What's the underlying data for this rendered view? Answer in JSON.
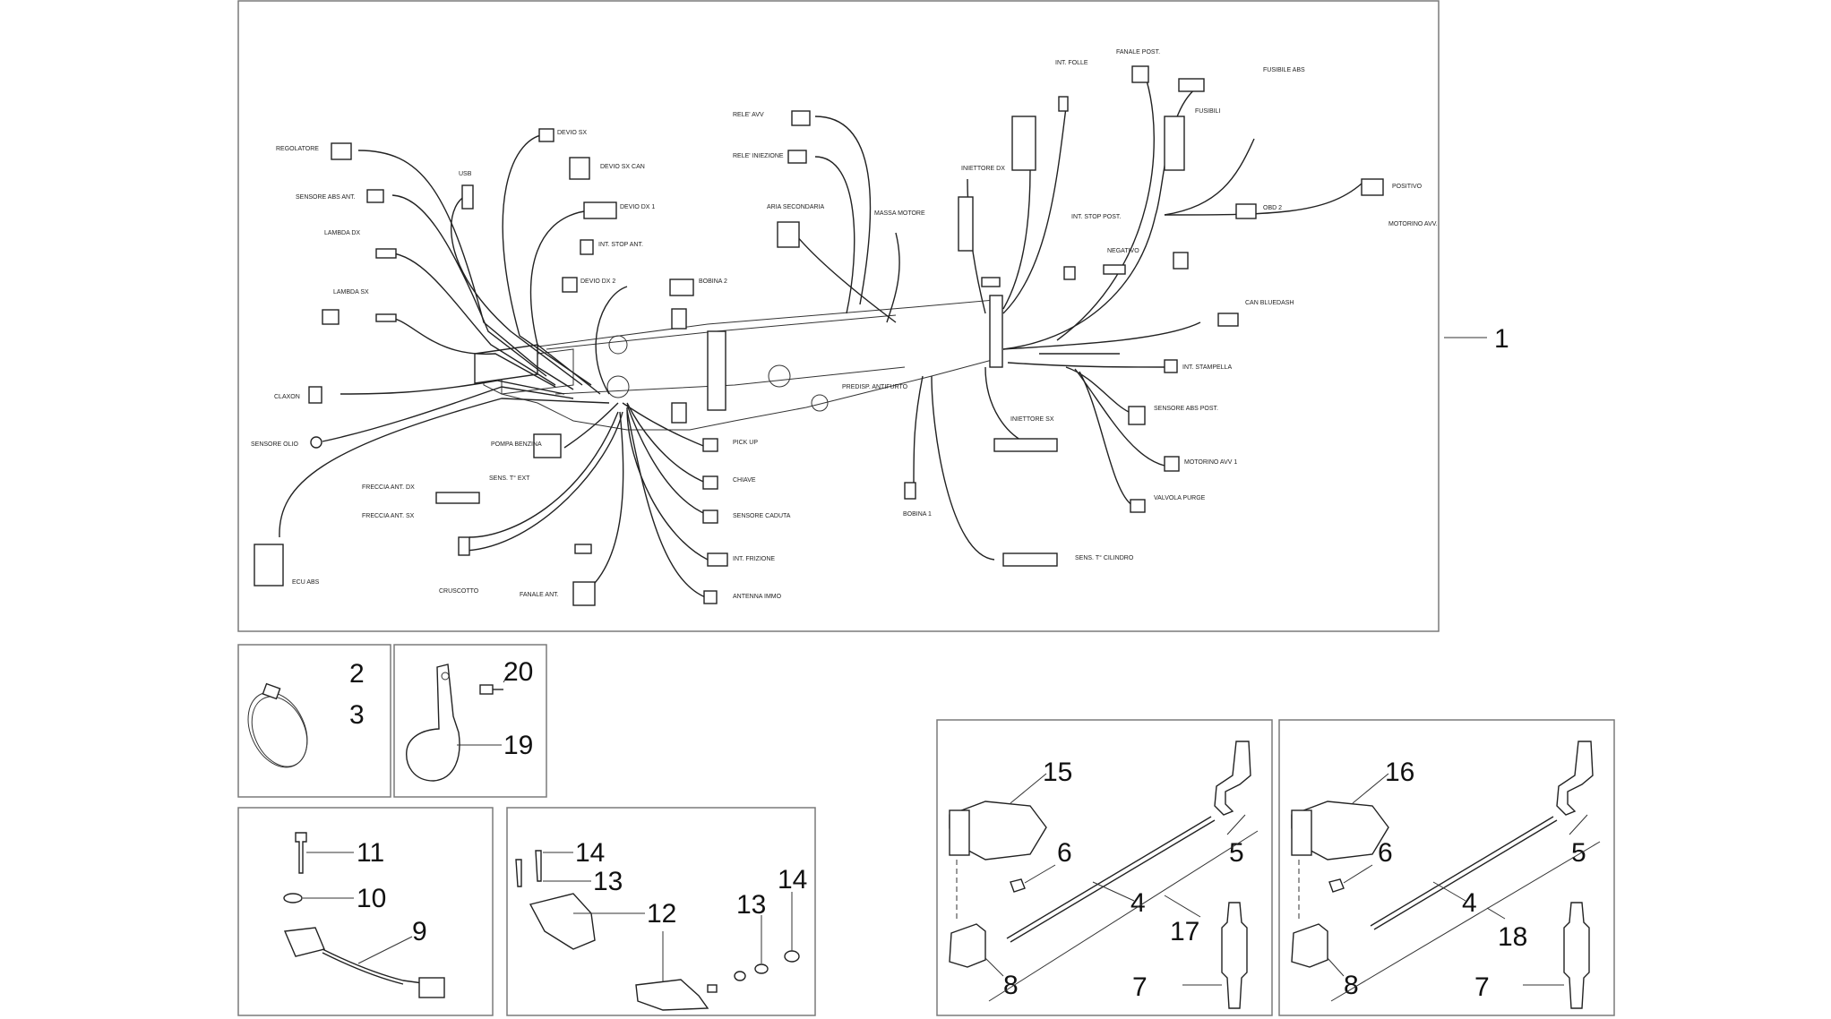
{
  "harness_labels": {
    "regolatore": "REGOLATORE",
    "sensore_abs_ant": "SENSORE ABS ANT.",
    "lambda_dx": "LAMBDA DX",
    "lambda_sx": "LAMBDA SX",
    "claxon": "CLAXON",
    "sensore_olio": "SENSORE OLIO",
    "ecu_abs": "ECU ABS",
    "usb": "USB",
    "devio_sx": "DEVIO SX",
    "devio_sx_can": "DEVIO SX CAN",
    "devio_dx1": "DEVIO DX 1",
    "int_stop_ant": "INT. STOP ANT.",
    "devio_dx2": "DEVIO DX 2",
    "bobina_2": "BOBINA 2",
    "pompa_benzina": "POMPA BENZINA",
    "freccia_ant_dx": "FRECCIA ANT. DX",
    "freccia_ant_sx": "FRECCIA ANT. SX",
    "sens_t_ext": "SENS. T° EXT",
    "cruscotto": "CRUSCOTTO",
    "fanale_ant": "FANALE ANT.",
    "rele_avv": "RELE' AVV",
    "rele_iniezione": "RELE' INIEZIONE",
    "aria_secondaria": "ARIA SECONDARIA",
    "massa_motore": "MASSA MOTORE",
    "pick_up": "PICK UP",
    "chiave": "CHIAVE",
    "sensore_caduta": "SENSORE CADUTA",
    "int_frizione": "INT. FRIZIONE",
    "antenna_immo": "ANTENNA IMMO",
    "bobina_1": "BOBINA 1",
    "predisp_antifurto": "PREDISP. ANTIFURTO",
    "iniettore_sx": "INIETTORE SX",
    "sens_t_cilindro": "SENS. T° CILINDRO",
    "iniettore_dx": "INIETTORE DX",
    "int_folle": "INT. FOLLE",
    "fanale_post": "FANALE POST.",
    "int_stop_post": "INT. STOP POST.",
    "negativo": "NEGATIVO",
    "fusibili": "FUSIBILI",
    "fusibile_abs": "FUSIBILE ABS",
    "obd_2": "OBD 2",
    "positivo": "POSITIVO",
    "motorino_avv": "MOTORINO AVV.",
    "can_bluedash": "CAN BLUEDASH",
    "int_stampella": "INT. STAMPELLA",
    "sensore_abs_post": "SENSORE ABS POST.",
    "motorino_avv_1": "MOTORINO AVV 1",
    "valvola_purge": "VALVOLA PURGE"
  },
  "callouts": {
    "n1": "1",
    "n2": "2",
    "n3": "3",
    "n4": "4",
    "n5": "5",
    "n6": "6",
    "n7": "7",
    "n8": "8",
    "n9": "9",
    "n10": "10",
    "n11": "11",
    "n12": "12",
    "n13": "13",
    "n14": "14",
    "n15": "15",
    "n16": "16",
    "n17": "17",
    "n18": "18",
    "n19": "19",
    "n20": "20"
  }
}
